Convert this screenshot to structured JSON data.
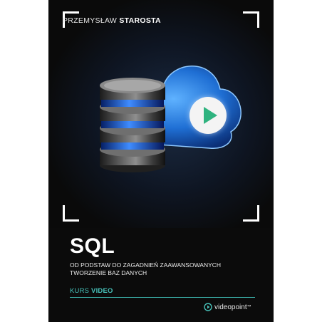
{
  "author": {
    "first": "PRZEMYSŁAW",
    "last": "STAROSTA"
  },
  "title": "SQL",
  "subtitle": {
    "line1": "OD PODSTAW DO ZAGADNIEŃ ZAAWANSOWANYCH",
    "line2": "TWORZENIE BAZ DANYCH"
  },
  "course": {
    "prefix": "KURS",
    "type": "VIDEO"
  },
  "brand": {
    "name": "videopoint",
    "suffix": "™"
  },
  "colors": {
    "accent": "#47c1b9",
    "cloud": "#1a6fd6",
    "background": "#0b0b0b"
  },
  "icons": {
    "play": "play-icon",
    "database": "database-icon",
    "cloud": "cloud-icon"
  }
}
